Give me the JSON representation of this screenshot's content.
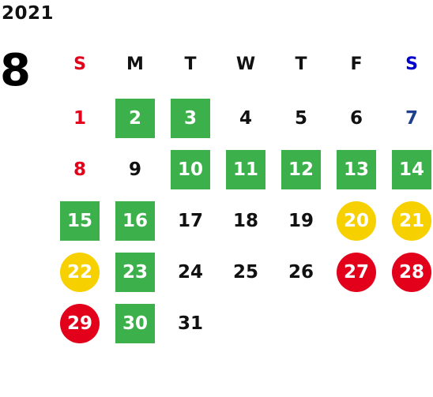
{
  "calendar": {
    "year": "2021",
    "month": "8",
    "weekdays": [
      {
        "label": "S",
        "color": "#e3001b"
      },
      {
        "label": "M",
        "color": "#111111"
      },
      {
        "label": "T",
        "color": "#111111"
      },
      {
        "label": "W",
        "color": "#111111"
      },
      {
        "label": "T",
        "color": "#111111"
      },
      {
        "label": "F",
        "color": "#111111"
      },
      {
        "label": "S",
        "color": "#0000cc"
      }
    ],
    "colors": {
      "green": "#3cb04b",
      "yellow": "#f7d000",
      "red": "#e3001b",
      "saturday_text": "#1f3f8f"
    },
    "days": [
      {
        "label": "1",
        "col": 0,
        "row": 0,
        "style": "sun-text"
      },
      {
        "label": "2",
        "col": 1,
        "row": 0,
        "style": "green"
      },
      {
        "label": "3",
        "col": 2,
        "row": 0,
        "style": "green"
      },
      {
        "label": "4",
        "col": 3,
        "row": 0,
        "style": "plain"
      },
      {
        "label": "5",
        "col": 4,
        "row": 0,
        "style": "plain"
      },
      {
        "label": "6",
        "col": 5,
        "row": 0,
        "style": "plain"
      },
      {
        "label": "7",
        "col": 6,
        "row": 0,
        "style": "sat-text"
      },
      {
        "label": "8",
        "col": 0,
        "row": 1,
        "style": "sun-text"
      },
      {
        "label": "9",
        "col": 1,
        "row": 1,
        "style": "plain"
      },
      {
        "label": "10",
        "col": 2,
        "row": 1,
        "style": "green"
      },
      {
        "label": "11",
        "col": 3,
        "row": 1,
        "style": "green"
      },
      {
        "label": "12",
        "col": 4,
        "row": 1,
        "style": "green"
      },
      {
        "label": "13",
        "col": 5,
        "row": 1,
        "style": "green"
      },
      {
        "label": "14",
        "col": 6,
        "row": 1,
        "style": "green"
      },
      {
        "label": "15",
        "col": 0,
        "row": 2,
        "style": "green"
      },
      {
        "label": "16",
        "col": 1,
        "row": 2,
        "style": "green"
      },
      {
        "label": "17",
        "col": 2,
        "row": 2,
        "style": "plain"
      },
      {
        "label": "18",
        "col": 3,
        "row": 2,
        "style": "plain"
      },
      {
        "label": "19",
        "col": 4,
        "row": 2,
        "style": "plain"
      },
      {
        "label": "20",
        "col": 5,
        "row": 2,
        "style": "yellow"
      },
      {
        "label": "21",
        "col": 6,
        "row": 2,
        "style": "yellow"
      },
      {
        "label": "22",
        "col": 0,
        "row": 3,
        "style": "yellow"
      },
      {
        "label": "23",
        "col": 1,
        "row": 3,
        "style": "green"
      },
      {
        "label": "24",
        "col": 2,
        "row": 3,
        "style": "plain"
      },
      {
        "label": "25",
        "col": 3,
        "row": 3,
        "style": "plain"
      },
      {
        "label": "26",
        "col": 4,
        "row": 3,
        "style": "plain"
      },
      {
        "label": "27",
        "col": 5,
        "row": 3,
        "style": "red-circle"
      },
      {
        "label": "28",
        "col": 6,
        "row": 3,
        "style": "red-circle"
      },
      {
        "label": "29",
        "col": 0,
        "row": 4,
        "style": "red-circle"
      },
      {
        "label": "30",
        "col": 1,
        "row": 4,
        "style": "green"
      },
      {
        "label": "31",
        "col": 2,
        "row": 4,
        "style": "plain"
      }
    ]
  }
}
